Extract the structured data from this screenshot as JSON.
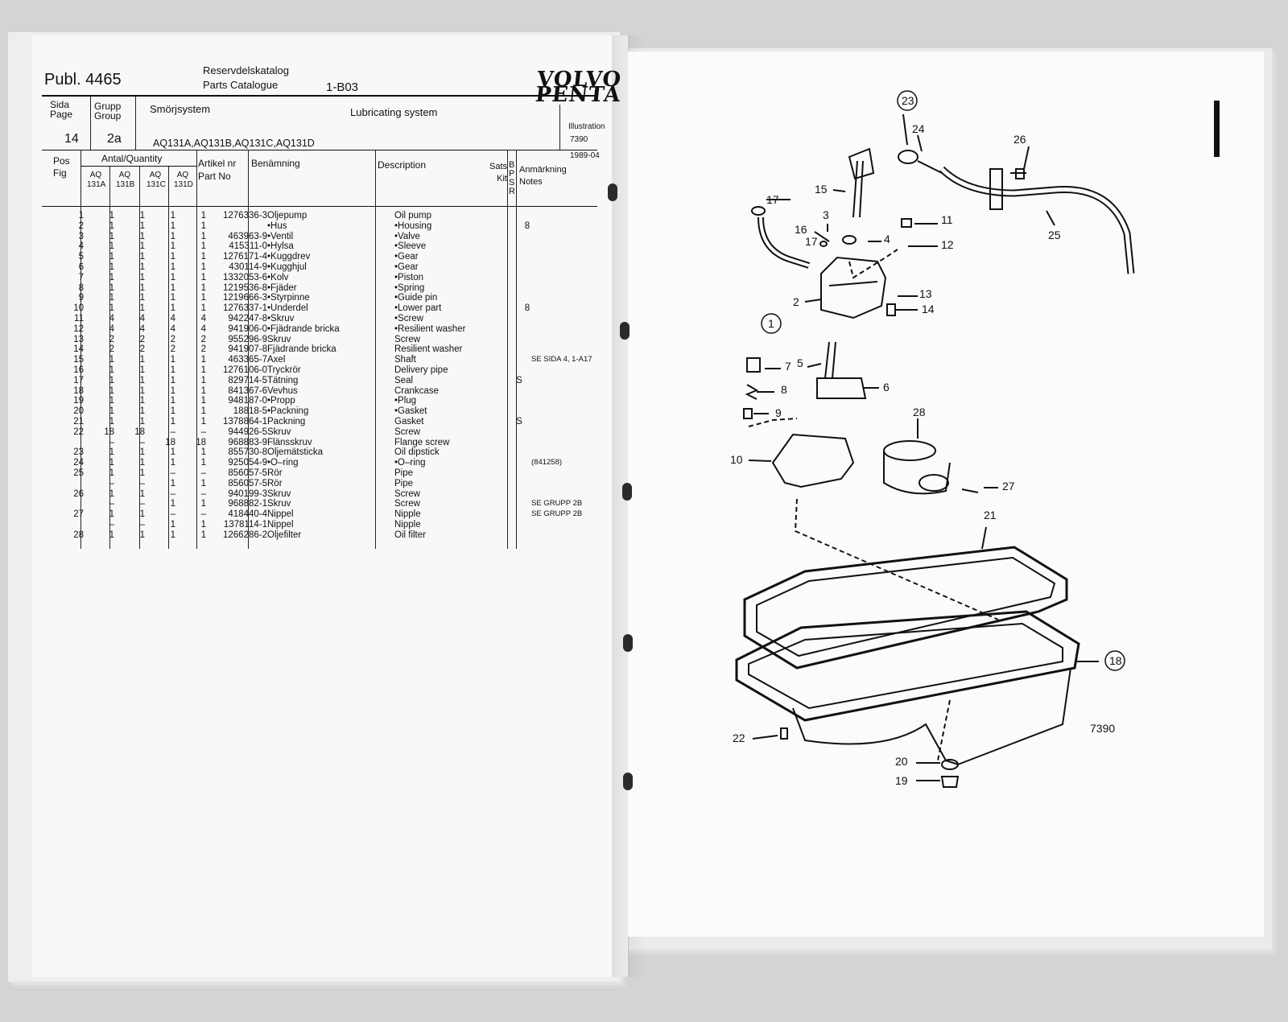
{
  "header": {
    "publication": "Publ. 4465",
    "catalog_sv": "Reservdelskatalog",
    "catalog_en": "Parts Catalogue",
    "section": "1-B03",
    "brand_line1": "VOLVO",
    "brand_line2": "PENTA",
    "sida_label": "Sida",
    "page_label": "Page",
    "grupp_label": "Grupp",
    "group_label": "Group",
    "system_sv": "Smörjsystem",
    "system_en": "Lubricating system",
    "page_no": "14",
    "group_no": "2a",
    "models": "AQ131A,AQ131B,AQ131C,AQ131D",
    "illustration_label": "Illustration",
    "illustration_no": "7390",
    "date": "1989-04"
  },
  "columns": {
    "pos": "Pos",
    "fig": "Fig",
    "quantity": "Antal/Quantity",
    "q1a": "AQ",
    "q1b": "131A",
    "q2a": "AQ",
    "q2b": "131B",
    "q3a": "AQ",
    "q3b": "131C",
    "q4a": "AQ",
    "q4b": "131D",
    "artikel": "Artikel nr",
    "partno": "Part No",
    "benamning": "Benämning",
    "description": "Description",
    "sats": "Sats",
    "kit": "Kit",
    "bsr": "B P S R",
    "anm": "Anmärkning",
    "notes": "Notes"
  },
  "rows": [
    {
      "pos": "1",
      "q": [
        "1",
        "1",
        "1",
        "1"
      ],
      "art": "1276336-3",
      "sv": "Oljepump",
      "en": "Oil pump",
      "kit": "",
      "bsr": "",
      "note": ""
    },
    {
      "pos": "2",
      "q": [
        "1",
        "1",
        "1",
        "1"
      ],
      "art": "",
      "sv": "•Hus",
      "en": "•Housing",
      "kit": "",
      "bsr": "8",
      "note": ""
    },
    {
      "pos": "3",
      "q": [
        "1",
        "1",
        "1",
        "1"
      ],
      "art": "463963-9",
      "sv": "•Ventil",
      "en": "•Valve",
      "kit": "",
      "bsr": "",
      "note": ""
    },
    {
      "pos": "4",
      "q": [
        "1",
        "1",
        "1",
        "1"
      ],
      "art": "415311-0",
      "sv": "•Hylsa",
      "en": "•Sleeve",
      "kit": "",
      "bsr": "",
      "note": ""
    },
    {
      "pos": "5",
      "q": [
        "1",
        "1",
        "1",
        "1"
      ],
      "art": "1276171-4",
      "sv": "•Kuggdrev",
      "en": "•Gear",
      "kit": "",
      "bsr": "",
      "note": ""
    },
    {
      "pos": "6",
      "q": [
        "1",
        "1",
        "1",
        "1"
      ],
      "art": "430114-9",
      "sv": "•Kugghjul",
      "en": "•Gear",
      "kit": "",
      "bsr": "",
      "note": ""
    },
    {
      "pos": "7",
      "q": [
        "1",
        "1",
        "1",
        "1"
      ],
      "art": "1332053-6",
      "sv": "•Kolv",
      "en": "•Piston",
      "kit": "",
      "bsr": "",
      "note": ""
    },
    {
      "pos": "8",
      "q": [
        "1",
        "1",
        "1",
        "1"
      ],
      "art": "1219536-8",
      "sv": "•Fjäder",
      "en": "•Spring",
      "kit": "",
      "bsr": "",
      "note": ""
    },
    {
      "pos": "9",
      "q": [
        "1",
        "1",
        "1",
        "1"
      ],
      "art": "1219666-3",
      "sv": "•Styrpinne",
      "en": "•Guide pin",
      "kit": "",
      "bsr": "",
      "note": ""
    },
    {
      "pos": "10",
      "q": [
        "1",
        "1",
        "1",
        "1"
      ],
      "art": "1276337-1",
      "sv": "•Underdel",
      "en": "•Lower part",
      "kit": "",
      "bsr": "8",
      "note": ""
    },
    {
      "pos": "11",
      "q": [
        "4",
        "4",
        "4",
        "4"
      ],
      "art": "942247-8",
      "sv": "•Skruv",
      "en": "•Screw",
      "kit": "",
      "bsr": "",
      "note": ""
    },
    {
      "pos": "12",
      "q": [
        "4",
        "4",
        "4",
        "4"
      ],
      "art": "941906-0",
      "sv": "•Fjädrande bricka",
      "en": "•Resilient washer",
      "kit": "",
      "bsr": "",
      "note": ""
    },
    {
      "pos": "13",
      "q": [
        "2",
        "2",
        "2",
        "2"
      ],
      "art": "955296-9",
      "sv": "Skruv",
      "en": "Screw",
      "kit": "",
      "bsr": "",
      "note": ""
    },
    {
      "pos": "14",
      "q": [
        "2",
        "2",
        "2",
        "2"
      ],
      "art": "941907-8",
      "sv": "Fjädrande bricka",
      "en": "Resilient washer",
      "kit": "",
      "bsr": "",
      "note": ""
    },
    {
      "pos": "15",
      "q": [
        "1",
        "1",
        "1",
        "1"
      ],
      "art": "463365-7",
      "sv": "Axel",
      "en": "Shaft",
      "kit": "",
      "bsr": "",
      "note": "SE SIDA 4, 1-A17"
    },
    {
      "pos": "16",
      "q": [
        "1",
        "1",
        "1",
        "1"
      ],
      "art": "1276106-0",
      "sv": "Tryckrör",
      "en": "Delivery pipe",
      "kit": "",
      "bsr": "",
      "note": ""
    },
    {
      "pos": "17",
      "q": [
        "1",
        "1",
        "1",
        "1"
      ],
      "art": "829714-5",
      "sv": "Tätning",
      "en": "Seal",
      "kit": "S",
      "bsr": "",
      "note": ""
    },
    {
      "pos": "18",
      "q": [
        "1",
        "1",
        "1",
        "1"
      ],
      "art": "841367-6",
      "sv": "Vevhus",
      "en": "Crankcase",
      "kit": "",
      "bsr": "",
      "note": ""
    },
    {
      "pos": "19",
      "q": [
        "1",
        "1",
        "1",
        "1"
      ],
      "art": "948187-0",
      "sv": "•Propp",
      "en": "•Plug",
      "kit": "",
      "bsr": "",
      "note": ""
    },
    {
      "pos": "20",
      "q": [
        "1",
        "1",
        "1",
        "1"
      ],
      "art": "18818-5",
      "sv": "•Packning",
      "en": "•Gasket",
      "kit": "",
      "bsr": "",
      "note": ""
    },
    {
      "pos": "21",
      "q": [
        "1",
        "1",
        "1",
        "1"
      ],
      "art": "1378864-1",
      "sv": "Packning",
      "en": "Gasket",
      "kit": "S",
      "bsr": "",
      "note": ""
    },
    {
      "pos": "22",
      "q": [
        "18",
        "18",
        "–",
        "–"
      ],
      "art": "944926-5",
      "sv": "Skruv",
      "en": "Screw",
      "kit": "",
      "bsr": "",
      "note": ""
    },
    {
      "pos": "",
      "q": [
        "–",
        "–",
        "18",
        "18"
      ],
      "art": "968883-9",
      "sv": "Flänsskruv",
      "en": "Flange screw",
      "kit": "",
      "bsr": "",
      "note": ""
    },
    {
      "pos": "23",
      "q": [
        "1",
        "1",
        "1",
        "1"
      ],
      "art": "855730-8",
      "sv": "Oljemätsticka",
      "en": "Oil dipstick",
      "kit": "",
      "bsr": "",
      "note": ""
    },
    {
      "pos": "24",
      "q": [
        "1",
        "1",
        "1",
        "1"
      ],
      "art": "925054-9",
      "sv": "•O–ring",
      "en": "•O–ring",
      "kit": "",
      "bsr": "",
      "note": "(841258)"
    },
    {
      "pos": "25",
      "q": [
        "1",
        "1",
        "–",
        "–"
      ],
      "art": "856057-5",
      "sv": "Rör",
      "en": "Pipe",
      "kit": "",
      "bsr": "",
      "note": ""
    },
    {
      "pos": "",
      "q": [
        "–",
        "–",
        "1",
        "1"
      ],
      "art": "856057-5",
      "sv": "Rör",
      "en": "Pipe",
      "kit": "",
      "bsr": "",
      "note": ""
    },
    {
      "pos": "26",
      "q": [
        "1",
        "1",
        "–",
        "–"
      ],
      "art": "940199-3",
      "sv": "Skruv",
      "en": "Screw",
      "kit": "",
      "bsr": "",
      "note": ""
    },
    {
      "pos": "",
      "q": [
        "–",
        "–",
        "1",
        "1"
      ],
      "art": "968882-1",
      "sv": "Skruv",
      "en": "Screw",
      "kit": "",
      "bsr": "",
      "note": "SE GRUPP 2B"
    },
    {
      "pos": "27",
      "q": [
        "1",
        "1",
        "–",
        "–"
      ],
      "art": "418440-4",
      "sv": "Nippel",
      "en": "Nipple",
      "kit": "",
      "bsr": "",
      "note": "SE GRUPP 2B"
    },
    {
      "pos": "",
      "q": [
        "–",
        "–",
        "1",
        "1"
      ],
      "art": "1378114-1",
      "sv": "Nippel",
      "en": "Nipple",
      "kit": "",
      "bsr": "",
      "note": ""
    },
    {
      "pos": "28",
      "q": [
        "1",
        "1",
        "1",
        "1"
      ],
      "art": "1266286-2",
      "sv": "Oljefilter",
      "en": "Oil filter",
      "kit": "",
      "bsr": "",
      "note": ""
    }
  ],
  "diagram": {
    "callouts": [
      "1",
      "2",
      "3",
      "4",
      "5",
      "6",
      "7",
      "8",
      "9",
      "10",
      "11",
      "12",
      "13",
      "14",
      "15",
      "16",
      "17",
      "17",
      "18",
      "19",
      "20",
      "21",
      "22",
      "23",
      "24",
      "25",
      "26",
      "27",
      "28"
    ],
    "figure_number": "7390"
  }
}
